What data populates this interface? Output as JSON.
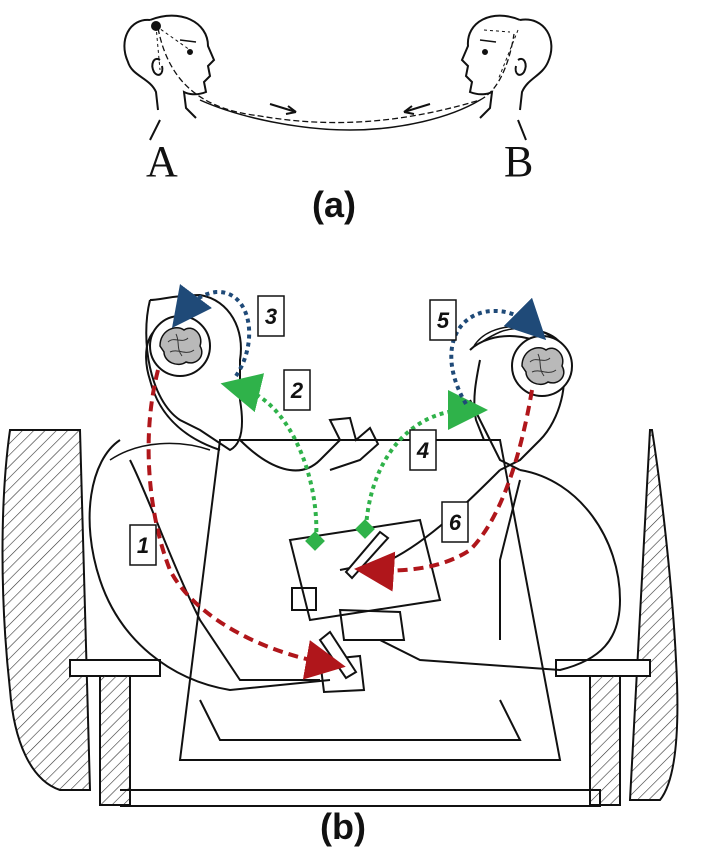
{
  "panel_a": {
    "caption": "(a)",
    "person_a_label": "A",
    "person_b_label": "B"
  },
  "panel_b": {
    "caption": "(b)",
    "steps": [
      {
        "number": "1",
        "color": "#b0161b"
      },
      {
        "number": "2",
        "color": "#2fb24a"
      },
      {
        "number": "3",
        "color": "#1f4a78"
      },
      {
        "number": "4",
        "color": "#2fb24a"
      },
      {
        "number": "5",
        "color": "#1f4a78"
      },
      {
        "number": "6",
        "color": "#b0161b"
      }
    ]
  },
  "colors": {
    "red_arrow": "#b0161b",
    "green_arrow": "#2fb24a",
    "blue_arrow": "#1f4a78",
    "ink": "#111111"
  },
  "icons": [
    "brain-icon",
    "head-sketch-icon",
    "chair-sketch-icon",
    "pen-icon",
    "document-icon"
  ]
}
